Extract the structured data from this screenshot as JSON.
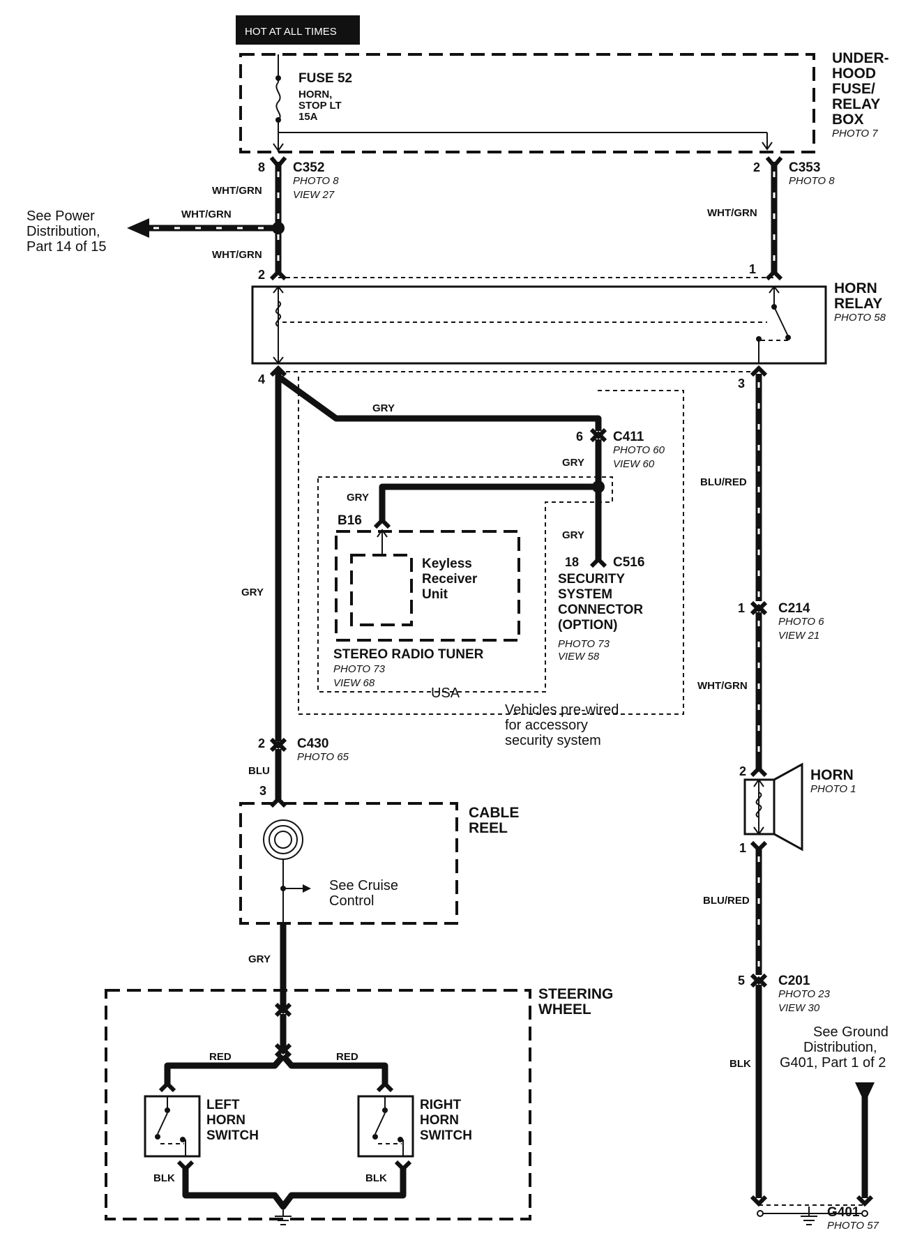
{
  "header": {
    "hot_label": "HOT AT ALL TIMES"
  },
  "fuse_box": {
    "title_lines": [
      "UNDER-",
      "HOOD",
      "FUSE/",
      "RELAY",
      "BOX"
    ],
    "photo": "PHOTO 7",
    "fuse_name": "FUSE 52",
    "fuse_desc_lines": [
      "HORN,",
      "STOP LT",
      "15A"
    ]
  },
  "connectors": {
    "c352": {
      "name": "C352",
      "pin": "8",
      "photo": "PHOTO 8",
      "view": "VIEW 27"
    },
    "c353": {
      "name": "C353",
      "pin": "2",
      "photo": "PHOTO 8"
    },
    "c411": {
      "name": "C411",
      "pin": "6",
      "photo": "PHOTO 60",
      "view": "VIEW 60"
    },
    "c516": {
      "name": "C516",
      "pin": "18",
      "title_lines": [
        "SECURITY",
        "SYSTEM",
        "CONNECTOR",
        "(OPTION)"
      ],
      "photo": "PHOTO 73",
      "view": "VIEW 58"
    },
    "c214": {
      "name": "C214",
      "pin": "1",
      "photo": "PHOTO 6",
      "view": "VIEW 21"
    },
    "c430": {
      "name": "C430",
      "pin": "2",
      "photo": "PHOTO 65"
    },
    "c201": {
      "name": "C201",
      "pin": "5",
      "photo": "PHOTO 23",
      "view": "VIEW 30"
    },
    "b16": {
      "name": "B16"
    }
  },
  "wires": {
    "wht_grn": "WHT/GRN",
    "gry": "GRY",
    "blu_red": "BLU/RED",
    "blu": "BLU",
    "red": "RED",
    "blk": "BLK"
  },
  "power_ref_lines": [
    "See Power",
    "Distribution,",
    "Part 14 of 15"
  ],
  "horn_relay": {
    "title_lines": [
      "HORN",
      "RELAY"
    ],
    "photo": "PHOTO 58",
    "pins": {
      "p1": "1",
      "p2": "2",
      "p3": "3",
      "p4": "4"
    }
  },
  "keyless": {
    "unit_lines": [
      "Keyless",
      "Receiver",
      "Unit"
    ],
    "tuner": "STEREO RADIO TUNER",
    "photo": "PHOTO 73",
    "view": "VIEW 68",
    "region": "USA"
  },
  "prewired_note_lines": [
    "Vehicles pre-wired",
    "for accessory",
    "security system"
  ],
  "cable_reel": {
    "title_lines": [
      "CABLE",
      "REEL"
    ],
    "pin": "3",
    "cruise_lines": [
      "See Cruise",
      "Control"
    ]
  },
  "horn": {
    "title": "HORN",
    "photo": "PHOTO 1",
    "pin_top": "2",
    "pin_bottom": "1"
  },
  "steering_wheel": {
    "title_lines": [
      "STEERING",
      "WHEEL"
    ],
    "left_switch_lines": [
      "LEFT",
      "HORN",
      "SWITCH"
    ],
    "right_switch_lines": [
      "RIGHT",
      "HORN",
      "SWITCH"
    ]
  },
  "ground": {
    "ref_lines": [
      "See Ground",
      "Distribution,",
      "G401, Part 1 of 2"
    ],
    "name": "G401",
    "photo": "PHOTO 57"
  }
}
